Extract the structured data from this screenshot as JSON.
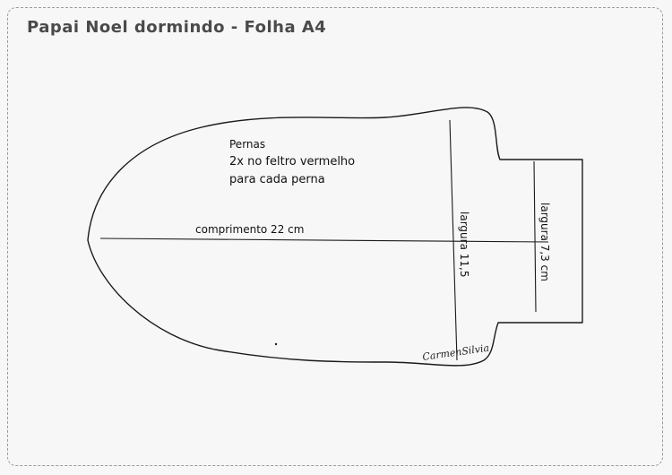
{
  "title": "Papai Noel dormindo - Folha A4",
  "piece": {
    "name": "Pernas",
    "instruction_line1": "2x no feltro vermelho",
    "instruction_line2": "para cada perna"
  },
  "measurements": {
    "length": "comprimento 22 cm",
    "width_main": "largura 11,5",
    "width_tab": "largura 7,3 cm"
  },
  "signature": "CarmenSilvia"
}
